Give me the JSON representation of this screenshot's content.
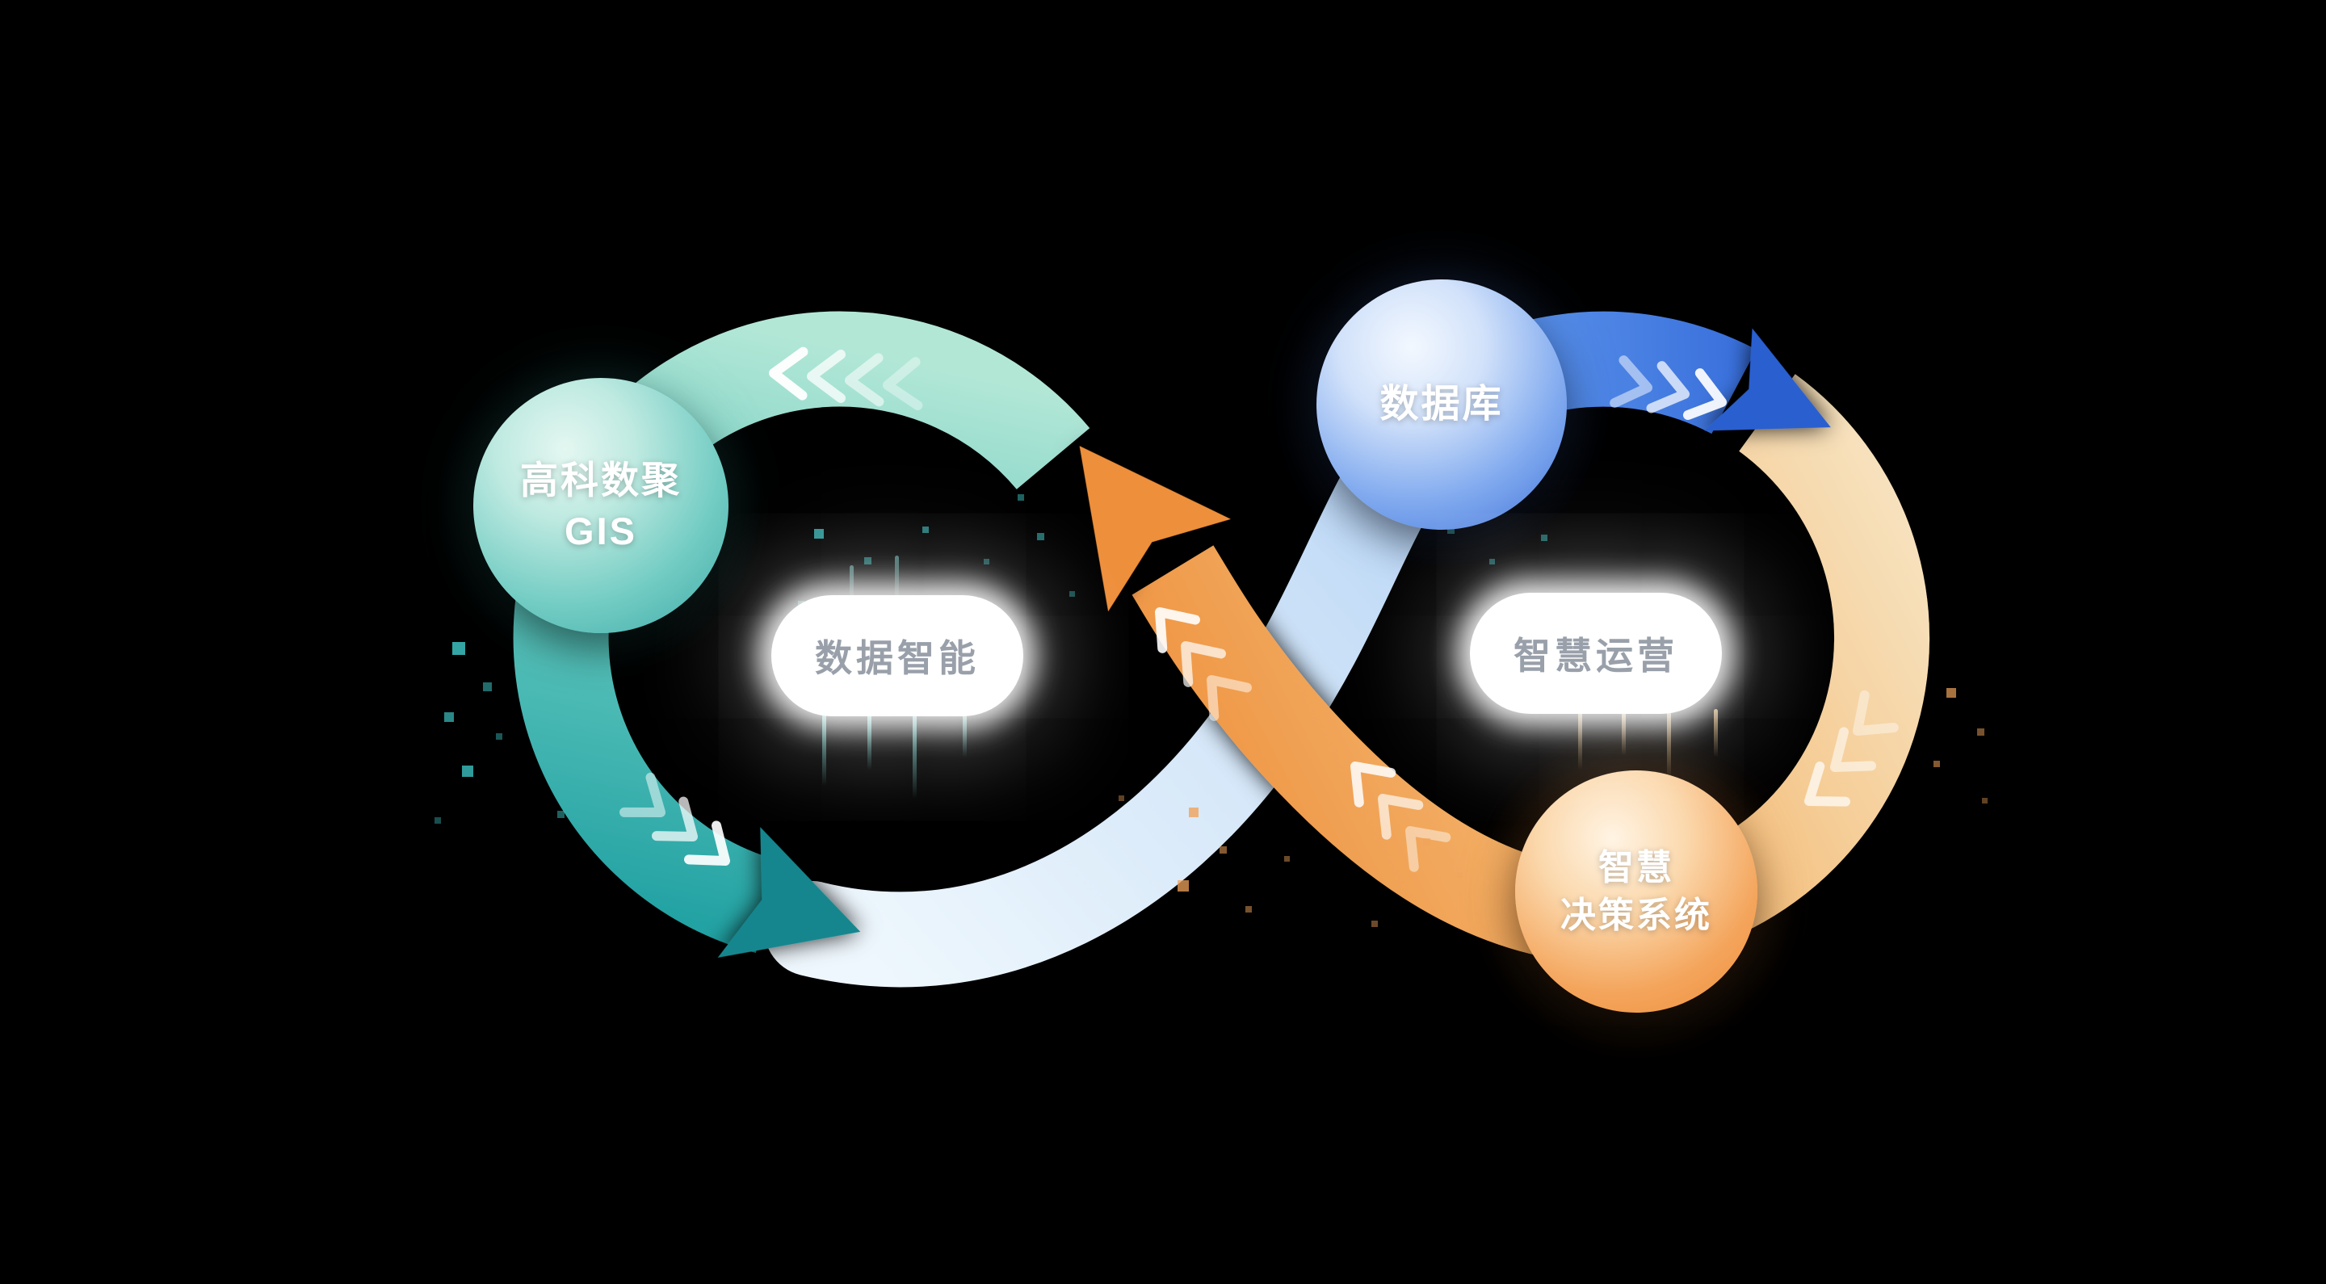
{
  "nodes": {
    "gis": {
      "line1": "高科数聚",
      "line2": "GIS"
    },
    "database": {
      "label": "数据库"
    },
    "decision": {
      "line1": "智慧",
      "line2": "决策系统"
    }
  },
  "loop_labels": {
    "left": "数据智能",
    "right": "智慧运营"
  },
  "colors": {
    "teal": "#2fb0ab",
    "teal_light": "#aee6d6",
    "blue": "#3b77dd",
    "blue_light": "#bcd7f8",
    "orange": "#ee8f3b",
    "cream": "#f6ddb4",
    "label_text": "#99a0aa",
    "node_text": "#ffffff",
    "background": "#000000"
  }
}
